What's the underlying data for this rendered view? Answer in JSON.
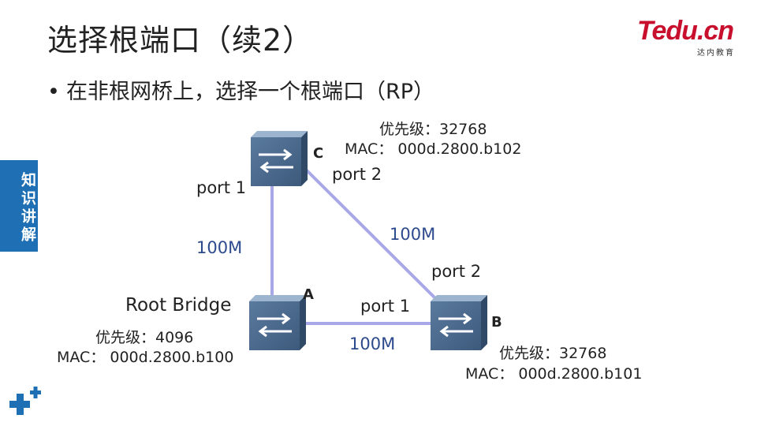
{
  "title": "选择根端口（续2）",
  "logo": {
    "main": "Tedu.cn",
    "sub": "达内教育"
  },
  "bullet": "在非根网桥上，选择一个根端口（RP）",
  "side_tab": "知识讲解",
  "switches": {
    "A": {
      "label": "A",
      "role": "Root Bridge",
      "priority": "优先级：4096",
      "mac": "MAC： 000d.2800.b100"
    },
    "B": {
      "label": "B",
      "priority": "优先级：32768",
      "mac": "MAC： 000d.2800.b101"
    },
    "C": {
      "label": "C",
      "priority": "优先级：32768",
      "mac": "MAC： 000d.2800.b102"
    }
  },
  "links": {
    "AC": {
      "bandwidth": "100M"
    },
    "AB": {
      "bandwidth": "100M"
    },
    "BC": {
      "bandwidth": "100M"
    }
  },
  "ports": {
    "C_port1": "port 1",
    "C_port2": "port 2",
    "B_port2": "port 2",
    "B_port1": "port 1"
  },
  "colors": {
    "link": "#a8a8e8",
    "switch": "#4f6f93",
    "label_blue": "#2c4a8c",
    "tab": "#1f6fb5",
    "logo": "#c8102e"
  }
}
